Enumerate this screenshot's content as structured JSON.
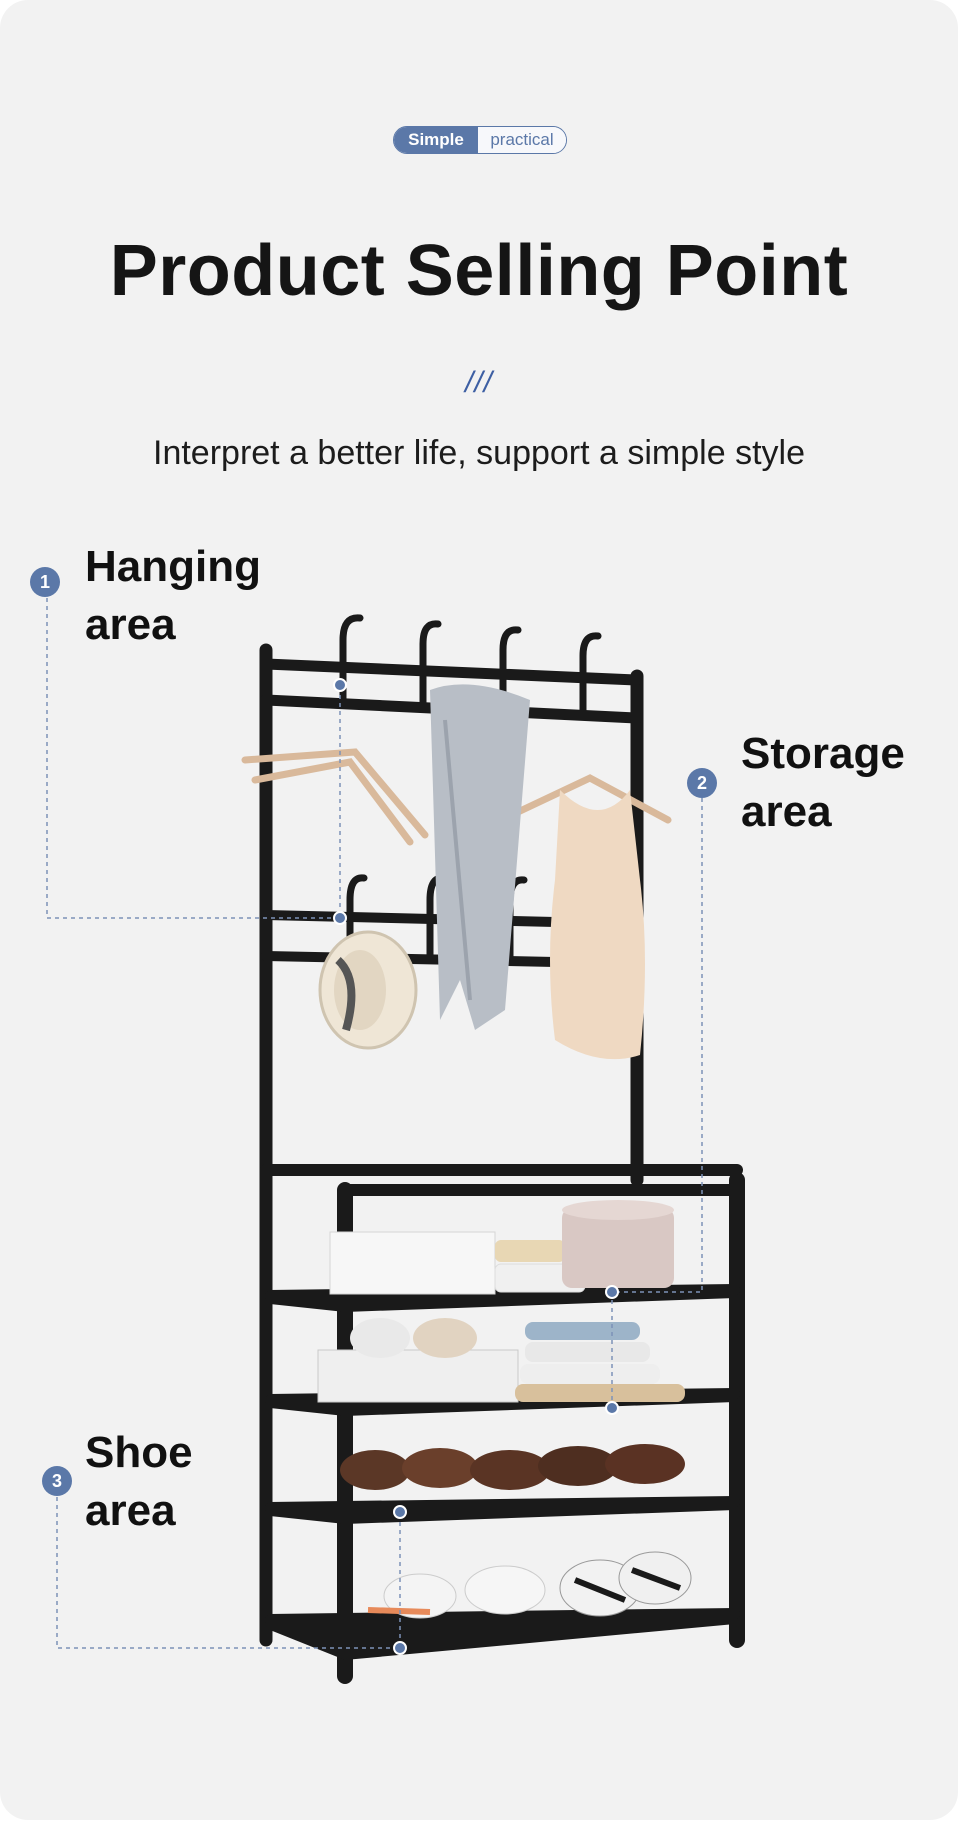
{
  "badge": {
    "left": "Simple",
    "right": "practical"
  },
  "header": {
    "title": "Product Selling Point",
    "mark": "///",
    "subtitle": "Interpret a better life, support a simple style"
  },
  "callouts": [
    {
      "number": "1",
      "line1": "Hanging",
      "line2": "area"
    },
    {
      "number": "2",
      "line1": "Storage",
      "line2": "area"
    },
    {
      "number": "3",
      "line1": "Shoe",
      "line2": "area"
    }
  ],
  "colors": {
    "accent": "#5b78a8",
    "rack": "#1a1a1a",
    "background": "#f2f2f2"
  }
}
